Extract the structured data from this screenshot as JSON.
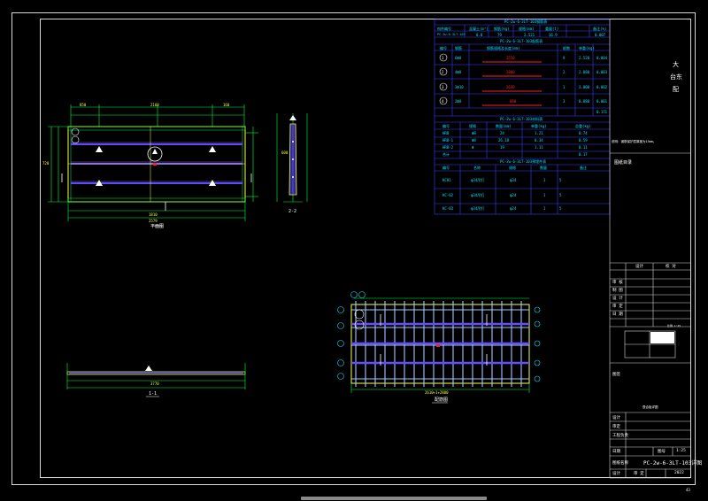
{
  "page_number": "43",
  "titles": {
    "plan": "平面图",
    "section_1_1": "1-1",
    "section_2_2": "2-2",
    "rebar_plan": "配筋图"
  },
  "dims": {
    "plan_overall": "2579",
    "plan_inner": "1810",
    "plan_left": "850",
    "plan_mid": "2160",
    "plan_right": "160",
    "plan_height": "720",
    "section_width": "3770",
    "rebar_overall": "2610+1+2880",
    "side_height": "600"
  },
  "table": {
    "header1": "PC-2w-6-3LT-103钢筋表",
    "cols1": [
      "构件编号",
      "混凝土(m³)",
      "钢筋(kg)",
      "规格(mm)",
      "重量(t)",
      "备注(%)"
    ],
    "row1": [
      "PC-2w-6-3LT-103",
      "0.8",
      "79",
      "2.521",
      "16.9",
      "0.007"
    ],
    "header2": "PC-2w-6-3LT-103配筋表",
    "cols2": [
      "编号",
      "钢筋",
      "钢筋规格及长度(mm)",
      "根数",
      "单重(kg)"
    ],
    "rebar_rows": [
      {
        "no": "1",
        "spec": "6Φ8",
        "mark": "2550",
        "count": "9",
        "w": "2.520",
        "t": "0.004"
      },
      {
        "no": "2",
        "spec": "4Φ8",
        "mark": "2880",
        "count": "2",
        "w": "2.880",
        "t": "0.003"
      },
      {
        "no": "3",
        "spec": "3Φ10",
        "mark": "2640",
        "count": "1",
        "w": "3.000",
        "t": "0.002"
      },
      {
        "no": "4",
        "spec": "2Φ8",
        "mark": "880",
        "count": "3",
        "w": "0.880",
        "t": "0.001"
      }
    ],
    "subtotal": "0.171",
    "header3": "PC-2w-6-3LT-103材料表",
    "cols3": [
      "编号",
      "规格",
      "数量(mm)",
      "单重(kg)",
      "总重(kg)"
    ],
    "mat_rows": [
      [
        "HRB",
        "Φ8",
        "24",
        "1.21",
        "0.74"
      ],
      [
        "HRB-1",
        "Φ8",
        "26.18",
        "0.34",
        "0.59"
      ],
      [
        "HRB-2",
        "Φ",
        "19",
        "1.11",
        "0.11"
      ],
      [
        "合计",
        "",
        "",
        "",
        "0.17"
      ]
    ],
    "header4": "PC-2w-6-3LT-103预埋件表",
    "cols4": [
      "编号",
      "名称",
      "规格",
      "数量",
      "备注"
    ],
    "emb_rows": [
      [
        "KC01",
        "φ34吊钉",
        "φ34",
        "1",
        "5"
      ],
      [
        "KC-02",
        "φ34吊钉",
        "φ24",
        "1",
        "5"
      ],
      [
        "KC-03",
        "φ34吊钉",
        "φ24",
        "1",
        "5"
      ]
    ]
  },
  "side_notes": {
    "top_right_1": "大",
    "top_right_2": "台东",
    "top_right_3": "配",
    "note_line": "说明：钢筋保护层厚度为15mm。",
    "label_a": "图纸目录"
  },
  "title_block": {
    "r1a": "设计",
    "r1b": "校 对",
    "r2": "审 核",
    "r3": "制 图",
    "r4": "设 计",
    "r5": "审 定",
    "r6": "日 期",
    "scale_label": "比例 1:25",
    "stamp_row": "图签",
    "project": "叠合板详图",
    "sheet_label": "图号",
    "sheet_no": "1:25",
    "dwg_name_label": "图纸名称",
    "dwg_name": "PC-2w-6-3LT-103详图",
    "bottom1": "设计",
    "bottom2": "审定",
    "bottom3": "工程负责",
    "bottom4": "日期",
    "bottom5": "2022"
  },
  "colors": {
    "cyan": "#00e5ff",
    "yellow": "#ffff40",
    "green": "#00ff40",
    "blue": "#3a40ff",
    "red": "#ff2020",
    "white": "#ffffff"
  }
}
